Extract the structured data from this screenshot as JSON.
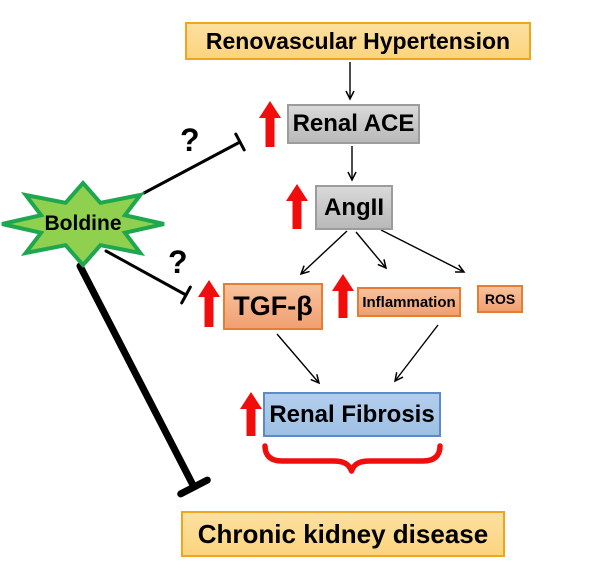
{
  "nodes": {
    "renovascular_hypertension": {
      "label": "Renovascular Hypertension"
    },
    "renal_ace": {
      "label": "Renal ACE"
    },
    "angii": {
      "label": "AngII"
    },
    "tgf_beta": {
      "label": "TGF-β"
    },
    "inflammation": {
      "label": "Inflammation"
    },
    "ros": {
      "label": "ROS"
    },
    "renal_fibrosis": {
      "label": "Renal Fibrosis"
    },
    "chronic_kidney_disease": {
      "label": "Chronic kidney disease"
    },
    "boldine": {
      "label": "Boldine"
    }
  },
  "annotations": {
    "question_mark_1": "?",
    "question_mark_2": "?"
  },
  "colors": {
    "yellow_fill": "#FBD88A",
    "yellow_border": "#F0A51F",
    "gray_fill": "#C6C6C6",
    "gray_border": "#9C9C9C",
    "salmon_fill": "#F4AE83",
    "salmon_border": "#E57E31",
    "blue_fill": "#A8C6E8",
    "blue_border": "#5E8AC7",
    "green_fill": "#8FD14F",
    "green_border": "#1FA750",
    "red_accent": "#F20D0D",
    "line_black": "#000000"
  }
}
